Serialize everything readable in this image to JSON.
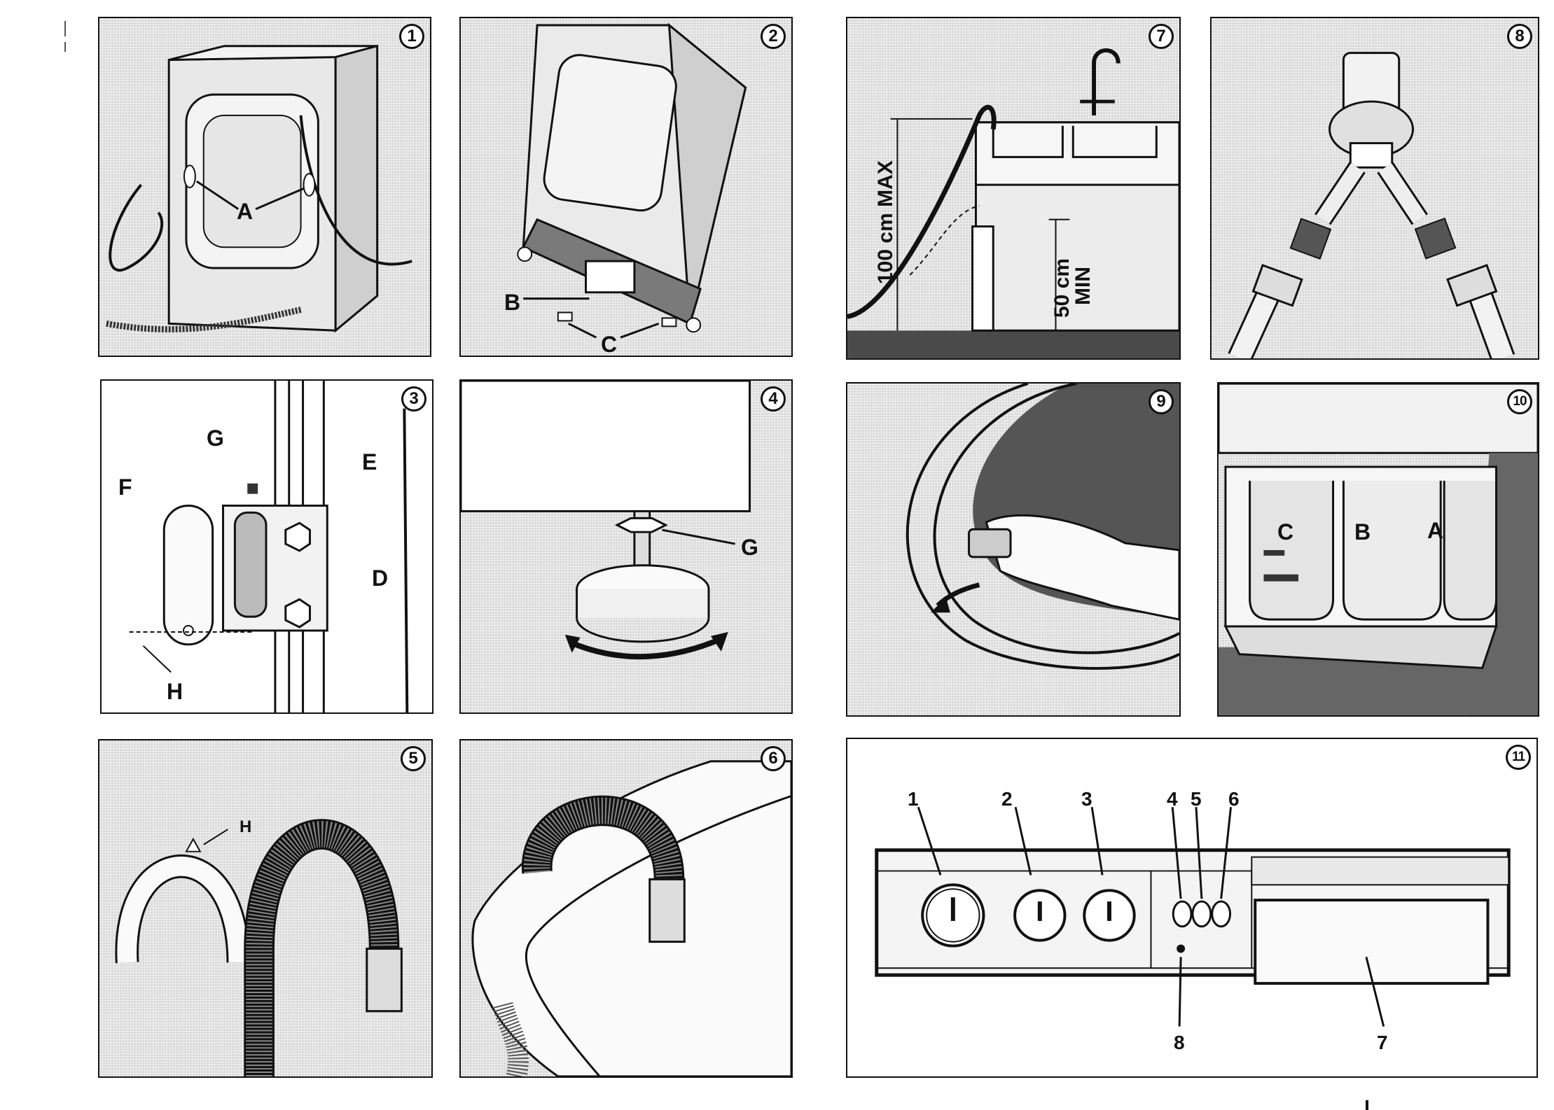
{
  "panels": [
    {
      "id": "p1",
      "number": "1",
      "labels": {
        "A": "A"
      }
    },
    {
      "id": "p2",
      "number": "2",
      "labels": {
        "B": "B",
        "C": "C"
      }
    },
    {
      "id": "p3",
      "number": "3",
      "labels": {
        "G": "G",
        "E": "E",
        "F": "F",
        "D": "D",
        "H": "H"
      }
    },
    {
      "id": "p4",
      "number": "4",
      "labels": {
        "G": "G"
      }
    },
    {
      "id": "p5",
      "number": "5",
      "labels": {
        "H": "H"
      }
    },
    {
      "id": "p6",
      "number": "6",
      "labels": {}
    },
    {
      "id": "p7",
      "number": "7",
      "labels": {
        "max": "100 cm MAX",
        "min_value": "50 cm",
        "min_word": "MIN"
      }
    },
    {
      "id": "p8",
      "number": "8",
      "labels": {}
    },
    {
      "id": "p9",
      "number": "9",
      "labels": {}
    },
    {
      "id": "p10",
      "number": "10",
      "labels": {
        "C": "C",
        "B": "B",
        "A": "A"
      }
    },
    {
      "id": "p11",
      "number": "11",
      "labels": {
        "n1": "1",
        "n2": "2",
        "n3": "3",
        "n4": "4",
        "n5": "5",
        "n6": "6",
        "n7": "7",
        "n8": "8"
      }
    }
  ],
  "colors": {
    "ink": "#111111",
    "screen": "#d9d9d9",
    "dark": "#4a4a4a"
  },
  "icons": [
    "washing-machine-rear",
    "transit-bolts",
    "hose-bracket",
    "adjustable-foot",
    "hose-guide",
    "drain-hose-sink",
    "tap-height",
    "y-connector",
    "door-handle",
    "detergent-drawer",
    "control-panel"
  ]
}
